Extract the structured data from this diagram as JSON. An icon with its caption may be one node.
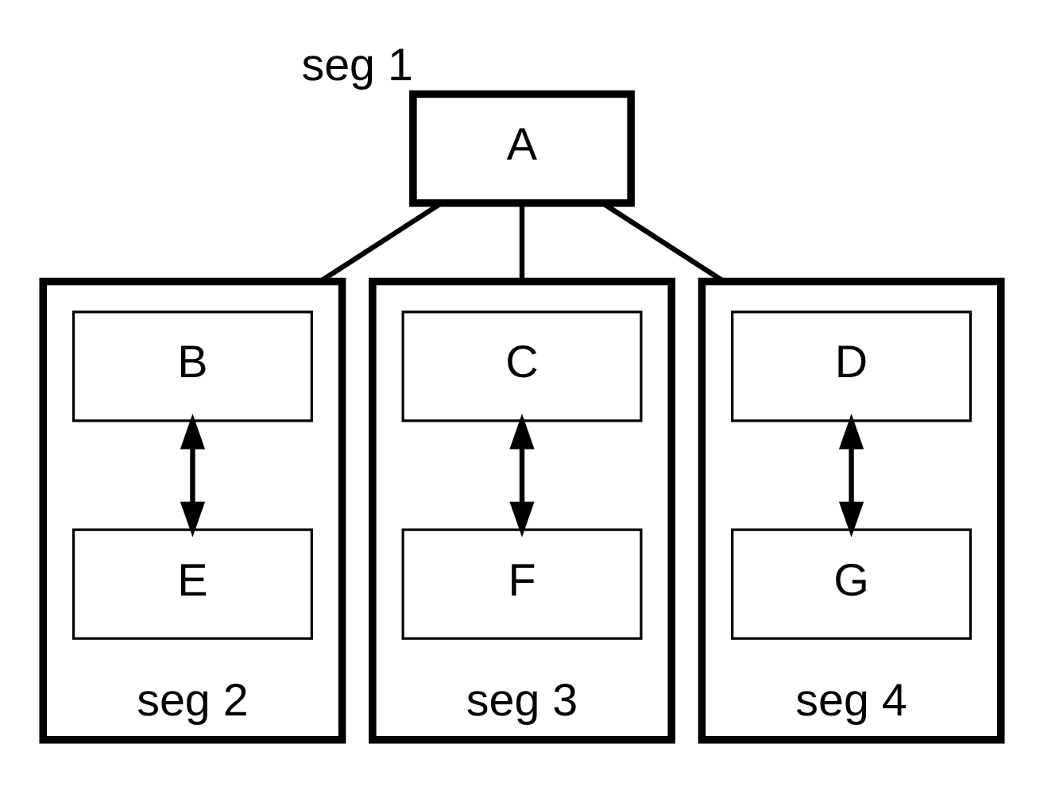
{
  "diagram": {
    "nodes": [
      {
        "text": [
          "A"
        ],
        "beside": [
          "seg 1"
        ]
      },
      {
        "text": [],
        "shape": "box",
        "beside": [
          "seg 2"
        ]
      },
      {
        "text": [
          "B"
        ],
        "in": 1
      },
      {
        "text": [
          "E"
        ],
        "in": 1
      },
      {
        "text": [],
        "shape": "box",
        "beside": [
          "seg 3"
        ]
      },
      {
        "text": [
          "C"
        ],
        "in": 4
      },
      {
        "text": [
          "F"
        ],
        "in": 4
      },
      {
        "text": [],
        "shape": "box",
        "beside": [
          "seg 4"
        ]
      },
      {
        "text": [
          "D"
        ],
        "in": 7
      },
      {
        "text": [
          "G"
        ],
        "in": 7
      }
    ],
    "edges": [
      {
        "from": 0,
        "to": 1,
        "arrow": "none"
      },
      {
        "from": 0,
        "to": 4,
        "arrow": "none"
      },
      {
        "from": 0,
        "to": 7,
        "arrow": "none"
      },
      {
        "from": 2,
        "to": 3,
        "arrow": "both"
      },
      {
        "from": 5,
        "to": 6,
        "arrow": "both"
      },
      {
        "from": 8,
        "to": 9,
        "arrow": "both"
      }
    ]
  }
}
